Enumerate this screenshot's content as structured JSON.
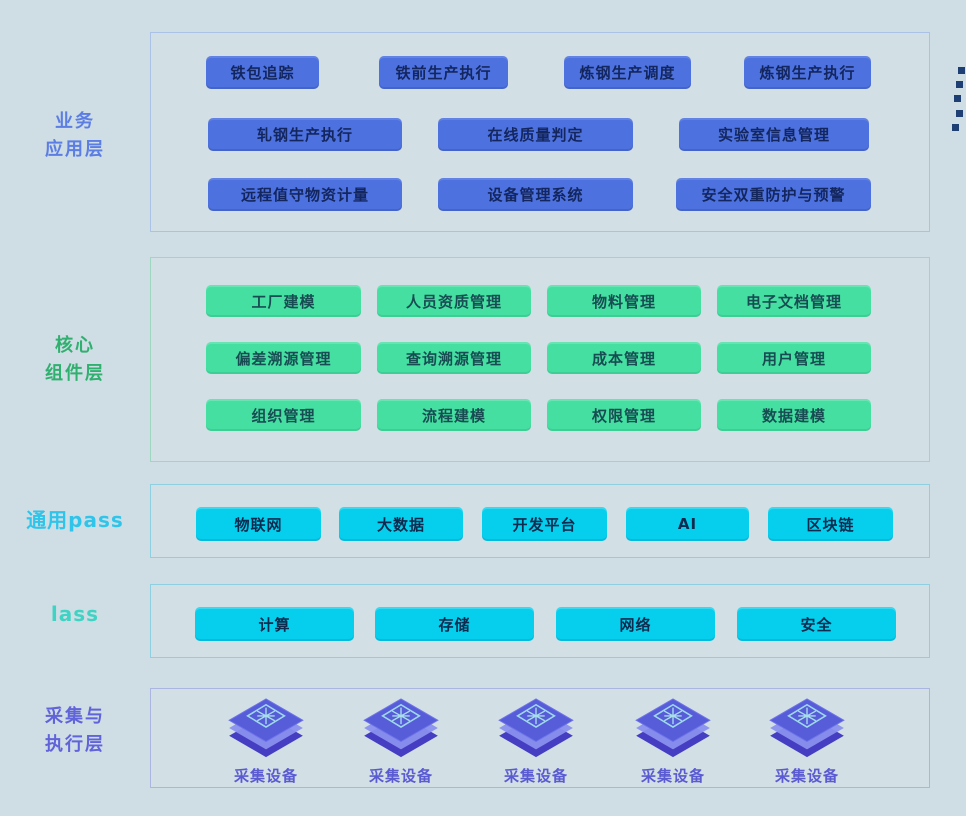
{
  "page": {
    "background_color": "#cfdde4",
    "accent_colors": {
      "business_button": "#4d72e0",
      "core_button": "#45dfa2",
      "cloud_button": "#06cfee",
      "business_label": "#5b7de4",
      "core_label": "#2fb06f",
      "paas_label": "#2fc4ea",
      "iaas_label": "#3fd3c4",
      "collection_label": "#6063da",
      "device_icon": "#5055cf"
    }
  },
  "layers": [
    {
      "id": "business",
      "label_lines": [
        "业务",
        "应用层"
      ],
      "rows": [
        [
          "铁包追踪",
          "铁前生产执行",
          "炼钢生产调度",
          "炼钢生产执行"
        ],
        [
          "轧钢生产执行",
          "在线质量判定",
          "实验室信息管理"
        ],
        [
          "远程值守物资计量",
          "设备管理系统",
          "安全双重防护与预警"
        ]
      ]
    },
    {
      "id": "core",
      "label_lines": [
        "核心",
        "组件层"
      ],
      "rows": [
        [
          "工厂建模",
          "人员资质管理",
          "物料管理",
          "电子文档管理"
        ],
        [
          "偏差溯源管理",
          "查询溯源管理",
          "成本管理",
          "用户管理"
        ],
        [
          "组织管理",
          "流程建模",
          "权限管理",
          "数据建模"
        ]
      ]
    },
    {
      "id": "paas",
      "label_lines": [
        "通用pass"
      ],
      "rows": [
        [
          "物联网",
          "大数据",
          "开发平台",
          "AI",
          "区块链"
        ]
      ]
    },
    {
      "id": "iaas",
      "label_lines": [
        "lass"
      ],
      "rows": [
        [
          "计算",
          "存储",
          "网络",
          "安全"
        ]
      ]
    },
    {
      "id": "collection",
      "label_lines": [
        "采集与",
        "执行层"
      ],
      "devices": [
        "采集设备",
        "采集设备",
        "采集设备",
        "采集设备",
        "采集设备"
      ]
    }
  ]
}
